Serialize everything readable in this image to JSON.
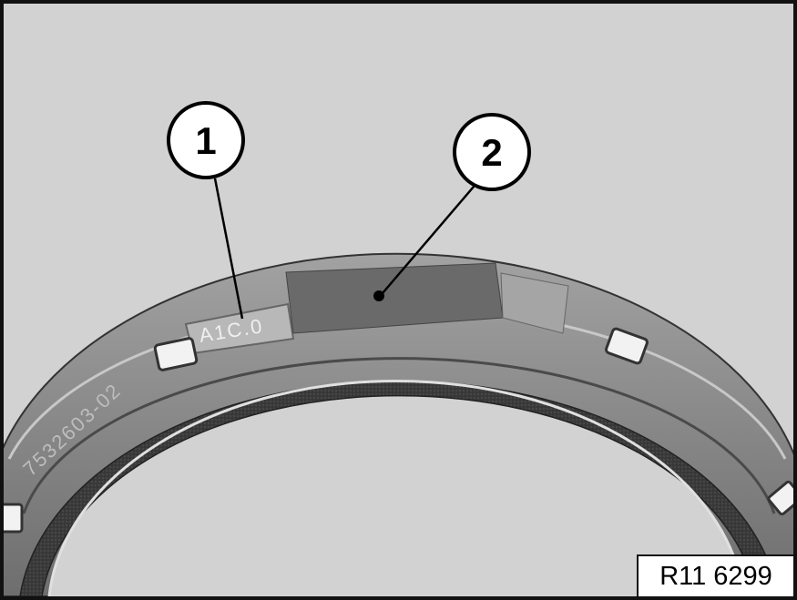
{
  "figure": {
    "callouts": [
      {
        "number": "1"
      },
      {
        "number": "2"
      }
    ],
    "ring_marking": "A1C.0",
    "ring_partnumber": "7532603-02",
    "reference_code": "R11 6299"
  },
  "colors": {
    "background": "#d2d2d2",
    "seal": "#8f8f8f",
    "seal_dark": "#5c5c5c",
    "seal_lip": "#3e3e3e",
    "callout_border": "#000000"
  }
}
